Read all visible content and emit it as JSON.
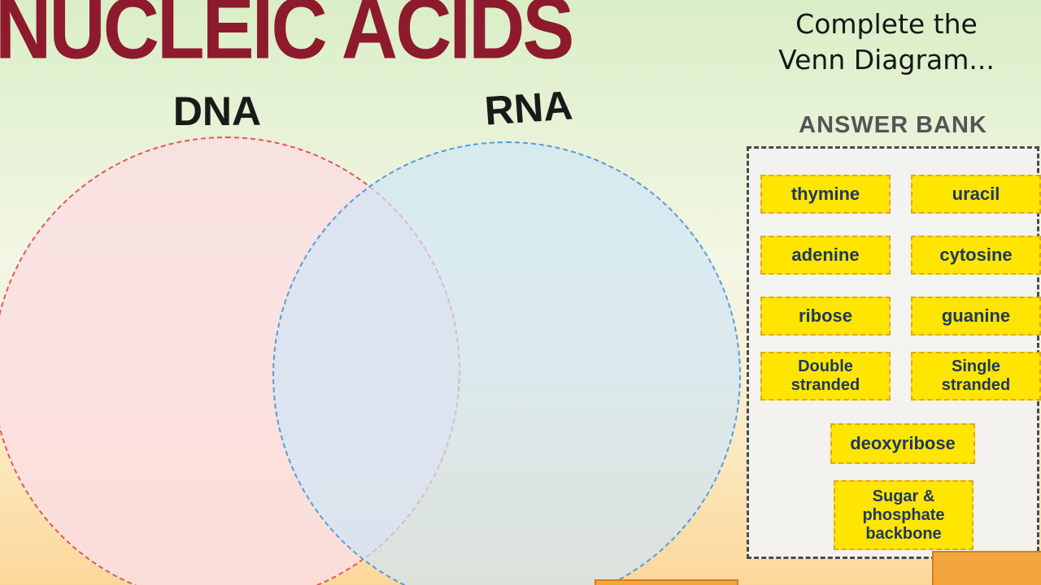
{
  "title": "NUCLEIC ACIDS",
  "instruction": "Complete the Venn Diagram...",
  "venn": {
    "left_label": "DNA",
    "right_label": "RNA"
  },
  "answer_bank": {
    "title": "ANSWER BANK",
    "chips": [
      "thymine",
      "uracil",
      "adenine",
      "cytosine",
      "ribose",
      "guanine",
      "Double stranded",
      "Single stranded",
      "deoxyribose",
      "Sugar & phosphate backbone"
    ]
  },
  "colors": {
    "title_maroon": "#8e1a2d",
    "chip_bg": "#ffe500",
    "chip_text": "#1f3864",
    "chip_border": "#dca72e",
    "dna_fill": "#fadee2",
    "dna_border": "#e15b5b",
    "rna_fill": "#cfe5f6",
    "rna_border": "#5b9bd5",
    "answer_bank_border": "#4a4a4a",
    "accent_orange": "#f3a53d"
  }
}
